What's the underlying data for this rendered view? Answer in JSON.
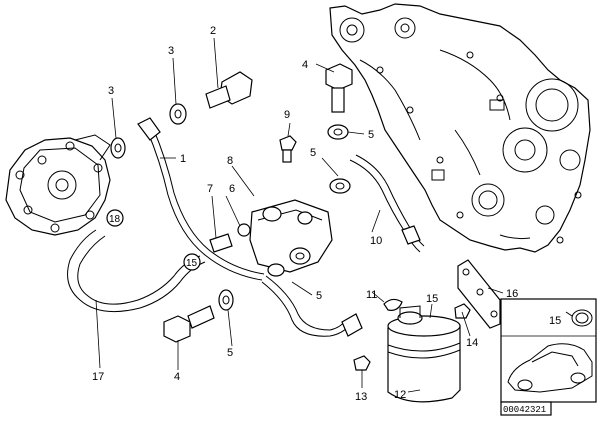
{
  "diagram": {
    "code": "00042321"
  },
  "callouts": {
    "1": "1",
    "2": "2",
    "3": "3",
    "4": "4",
    "5": "5",
    "6": "6",
    "7": "7",
    "8": "8",
    "9": "9",
    "10": "10",
    "11": "11",
    "12": "12",
    "13": "13",
    "14": "14",
    "15": "15",
    "16": "16",
    "17": "17",
    "18": "18"
  }
}
